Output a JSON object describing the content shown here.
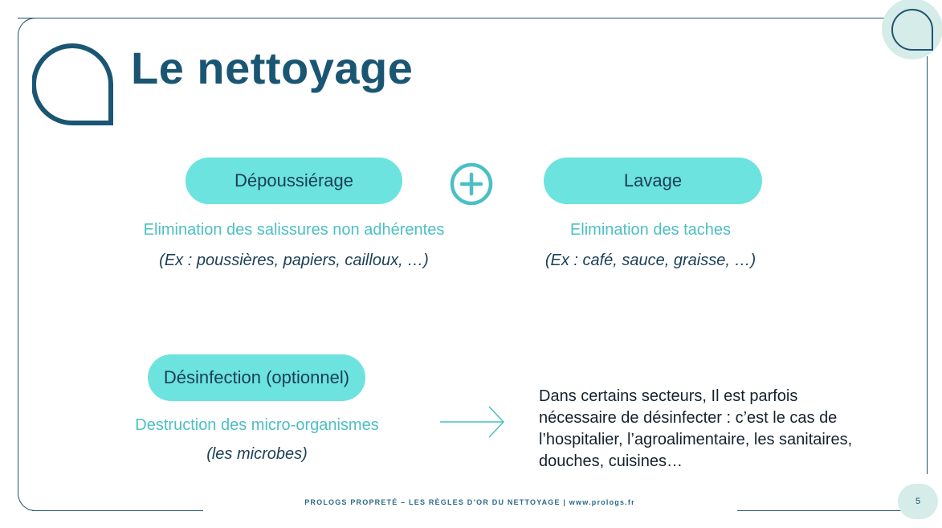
{
  "slide": {
    "title": "Le nettoyage",
    "page_number": "5",
    "footer": "PROLOGS PROPRETÉ – LES RÈGLES D’OR DU NETTOYAGE | www.prologs.fr"
  },
  "cards": [
    {
      "label": "Dépoussiérage",
      "description": "Elimination des salissures non adhérentes",
      "example": "(Ex : poussières, papiers, cailloux, …)"
    },
    {
      "label": "Lavage",
      "description": "Elimination des taches",
      "example": "(Ex : café, sauce, graisse, …)"
    },
    {
      "label": "Désinfection (optionnel)",
      "description": "Destruction des micro-organismes",
      "example": "(les microbes)"
    }
  ],
  "note": "Dans certains secteurs, Il est parfois nécessaire de désinfecter : c’est le cas de l’hospitalier, l’agroalimentaire, les sanitaires, douches, cuisines…",
  "colors": {
    "accent": "#6ce3de",
    "navy": "#1a5673",
    "teal_text": "#4cbfc4",
    "corner_fill": "#d5ece9"
  },
  "icons": [
    "drop-logo-icon",
    "corner-drop-icon",
    "plus-icon",
    "arrow-right-icon"
  ]
}
